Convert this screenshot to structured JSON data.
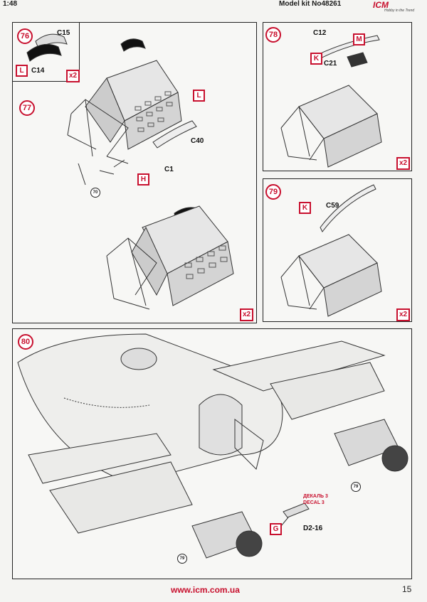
{
  "header": {
    "scale": "1:48",
    "kit": "Model kit No48261",
    "logo": "ICM",
    "slogan": "Hobby in the Trend",
    "brand_color": "#c8102e"
  },
  "steps": {
    "s76": {
      "number": "76",
      "parts": {
        "c15": "C15",
        "c14": "C14"
      },
      "callout": "L",
      "multiplier": "x2"
    },
    "s77": {
      "number": "77",
      "parts": {
        "c40": "C40",
        "c1": "C1"
      },
      "callouts": {
        "l": "L",
        "h": "H"
      },
      "ref": "70",
      "multiplier": "x2"
    },
    "s78": {
      "number": "78",
      "parts": {
        "c12": "C12",
        "c21": "C21"
      },
      "callouts": {
        "k": "K",
        "m": "M"
      },
      "multiplier": "x2"
    },
    "s79": {
      "number": "79",
      "parts": {
        "c59": "C59"
      },
      "callout": "K",
      "multiplier": "x2"
    },
    "s80": {
      "number": "80",
      "refs": [
        "79",
        "79"
      ],
      "callout": "G",
      "decal_ru": "ДЕКАЛЬ 3",
      "decal_en": "DECAL 3",
      "part": "D2-16"
    }
  },
  "footer": {
    "url": "www.icm.com.ua",
    "page": "15"
  }
}
